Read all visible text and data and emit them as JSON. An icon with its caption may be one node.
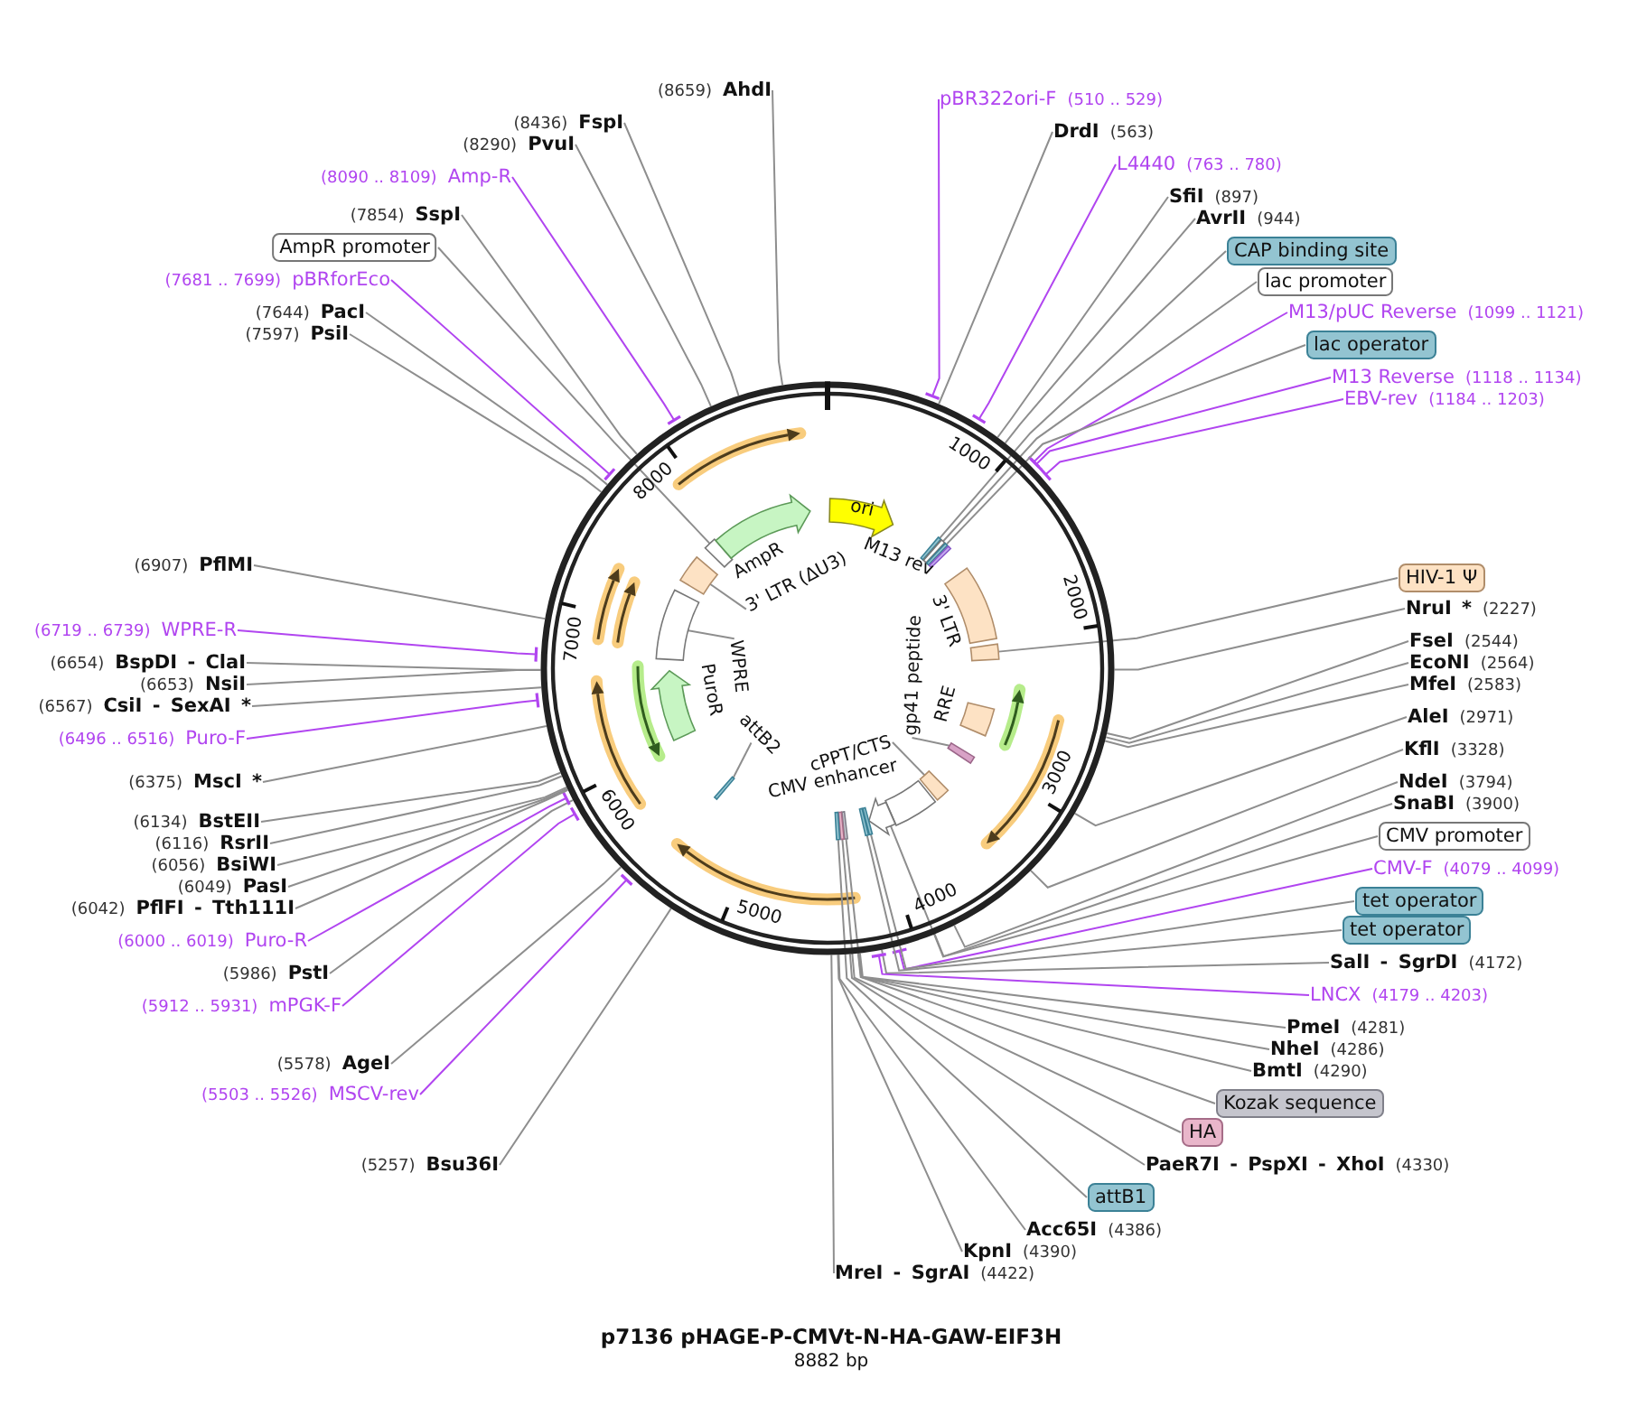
{
  "diagram": {
    "title": "p7136 pHAGE-P-CMVt-N-HA-GAW-EIF3H",
    "caption": "8882 bp",
    "nodes": [
      {
        "text": [],
        "shape": "circle"
      },
      {
        "text": [
          "pBR322ori-F",
          "(510 .. 529)"
        ]
      },
      {
        "text": [
          "DrdI",
          "(563)"
        ]
      },
      {
        "text": [
          "L4440",
          "(763 .. 780)"
        ]
      },
      {
        "text": [
          "SfiI",
          "(897)"
        ]
      },
      {
        "text": [
          "AvrII",
          "(944)"
        ]
      },
      {
        "text": [
          "CAP binding site"
        ]
      },
      {
        "text": [
          "lac promoter"
        ]
      },
      {
        "text": [
          "M13/pUC Reverse",
          "(1099 .. 1121)"
        ]
      },
      {
        "text": [
          "lac operator"
        ]
      },
      {
        "text": [
          "M13 Reverse",
          "(1118 .. 1134)"
        ]
      },
      {
        "text": [
          "EBV-rev",
          "(1184 .. 1203)"
        ]
      },
      {
        "text": [
          "HIV-1 Ψ"
        ]
      },
      {
        "text": [
          "NruI *",
          "(2227)"
        ]
      },
      {
        "text": [
          "FseI",
          "(2544)"
        ]
      },
      {
        "text": [
          "EcoNI",
          "(2564)"
        ]
      },
      {
        "text": [
          "MfeI",
          "(2583)"
        ]
      },
      {
        "text": [
          "AleI",
          "(2971)"
        ]
      },
      {
        "text": [
          "KflI",
          "(3328)"
        ]
      },
      {
        "text": [
          "NdeI",
          "(3794)"
        ]
      },
      {
        "text": [
          "SnaBI",
          "(3900)"
        ]
      },
      {
        "text": [
          "CMV promoter"
        ]
      },
      {
        "text": [
          "CMV-F",
          "(4079 .. 4099)"
        ]
      },
      {
        "text": [
          "tet operator"
        ]
      },
      {
        "text": [
          "tet operator"
        ]
      },
      {
        "text": [
          "SalI - SgrDI",
          "(4172)"
        ]
      },
      {
        "text": [
          "LNCX",
          "(4179 .. 4203)"
        ]
      },
      {
        "text": [
          "PmeI",
          "(4281)"
        ]
      },
      {
        "text": [
          "NheI",
          "(4286)"
        ]
      },
      {
        "text": [
          "BmtI",
          "(4290)"
        ]
      },
      {
        "text": [
          "Kozak sequence"
        ]
      },
      {
        "text": [
          "HA"
        ]
      },
      {
        "text": [
          "PaeR7I - PspXI - XhoI",
          "(4330)"
        ]
      },
      {
        "text": [
          "attB1"
        ]
      },
      {
        "text": [
          "Acc65I",
          "(4386)"
        ]
      },
      {
        "text": [
          "KpnI",
          "(4390)"
        ]
      },
      {
        "text": [
          "MreI - SgrAI",
          "(4422)"
        ]
      },
      {
        "text": [
          "(5257)",
          "Bsu36I"
        ]
      },
      {
        "text": [
          "(5503 .. 5526)",
          "MSCV-rev"
        ]
      },
      {
        "text": [
          "(5578)",
          "AgeI"
        ]
      },
      {
        "text": [
          "(5912 .. 5931)",
          "mPGK-F"
        ]
      },
      {
        "text": [
          "(5986)",
          "PstI"
        ]
      },
      {
        "text": [
          "(6000 .. 6019)",
          "Puro-R"
        ]
      },
      {
        "text": [
          "(6042)",
          "PflFI - Tth111I"
        ]
      },
      {
        "text": [
          "(6049)",
          "PasI"
        ]
      },
      {
        "text": [
          "(6056)",
          "BsiWI"
        ]
      },
      {
        "text": [
          "(6116)",
          "RsrII"
        ]
      },
      {
        "text": [
          "(6134)",
          "BstEII"
        ]
      },
      {
        "text": [
          "(6375)",
          "MscI *"
        ]
      },
      {
        "text": [
          "(6496 .. 6516)",
          "Puro-F"
        ]
      },
      {
        "text": [
          "(6567)",
          "CsiI - SexAI *"
        ]
      },
      {
        "text": [
          "(6653)",
          "NsiI"
        ]
      },
      {
        "text": [
          "(6654)",
          "BspDI - ClaI"
        ]
      },
      {
        "text": [
          "(6719 .. 6739)",
          "WPRE-R"
        ]
      },
      {
        "text": [
          "(6907)",
          "PflMI"
        ]
      },
      {
        "text": [
          "(7597)",
          "PsiI"
        ]
      },
      {
        "text": [
          "(7644)",
          "PacI"
        ]
      },
      {
        "text": [
          "(7681 .. 7699)",
          "pBRforEco"
        ]
      },
      {
        "text": [
          "AmpR promoter"
        ]
      },
      {
        "text": [
          "(7854)",
          "SspI"
        ]
      },
      {
        "text": [
          "(8090 .. 8109)",
          "Amp-R"
        ]
      },
      {
        "text": [
          "(8290)",
          "PvuI"
        ]
      },
      {
        "text": [
          "(8436)",
          "FspI"
        ]
      },
      {
        "text": [
          "(8659)",
          "AhdI"
        ]
      },
      {
        "text": [
          "ori"
        ],
        "in": 0
      },
      {
        "text": [],
        "shape": "box",
        "in": 0
      },
      {
        "text": [],
        "shape": "box",
        "in": 0
      },
      {
        "text": [],
        "shape": "box",
        "in": 0
      },
      {
        "text": [],
        "shape": "box",
        "beside": [
          "M13 rev"
        ],
        "in": 0
      },
      {
        "text": [],
        "shape": "box",
        "beside": [
          "3' LTR"
        ],
        "in": 0
      },
      {
        "text": [],
        "shape": "box",
        "in": 0
      },
      {
        "text": [],
        "shape": "box",
        "beside": [
          "RRE"
        ],
        "in": 0
      },
      {
        "text": [],
        "shape": "box",
        "in": 0
      },
      {
        "text": [],
        "shape": "box",
        "in": 0
      },
      {
        "text": [],
        "shape": "box",
        "beside": [
          "CMV enhancer"
        ],
        "in": 0
      },
      {
        "text": [],
        "shape": "arrow",
        "in": 0
      },
      {
        "text": [],
        "shape": "box",
        "in": 0
      },
      {
        "text": [],
        "shape": "box",
        "in": 0
      },
      {
        "text": [],
        "shape": "box",
        "in": 0
      },
      {
        "text": [],
        "shape": "box",
        "in": 0
      },
      {
        "text": [],
        "shape": "box",
        "in": 0
      },
      {
        "text": [],
        "shape": "box",
        "in": 0
      },
      {
        "text": [],
        "shape": "arrow",
        "beside": [
          "PuroR"
        ],
        "in": 0
      },
      {
        "text": [],
        "shape": "box",
        "in": 0
      },
      {
        "text": [],
        "shape": "box",
        "in": 0
      },
      {
        "text": [],
        "shape": "box",
        "in": 0
      },
      {
        "text": [],
        "shape": "arrow",
        "beside": [
          "AmpR"
        ],
        "in": 0
      },
      {
        "text": [
          "gp41 peptide"
        ],
        "in": 0
      },
      {
        "text": [
          "cPPT/CTS"
        ],
        "in": 0
      },
      {
        "text": [
          "attB2"
        ],
        "in": 0
      },
      {
        "text": [
          "WPRE"
        ],
        "in": 0
      },
      {
        "text": [
          "3' LTR (ΔU3)"
        ],
        "in": 0
      }
    ],
    "edges": [
      {
        "from": 1,
        "to": 0,
        "arrow": "other",
        "color": "#b145f0"
      },
      {
        "from": 2,
        "to": 0,
        "arrow": "none"
      },
      {
        "from": 3,
        "to": 0,
        "arrow": "other",
        "color": "#b145f0"
      },
      {
        "from": 4,
        "to": 0,
        "arrow": "none"
      },
      {
        "from": 5,
        "to": 0,
        "arrow": "none"
      },
      {
        "from": 6,
        "to": 65,
        "arrow": "none"
      },
      {
        "from": 7,
        "to": 66,
        "arrow": "none"
      },
      {
        "from": 8,
        "to": 0,
        "arrow": "other",
        "color": "#b145f0"
      },
      {
        "from": 9,
        "to": 67,
        "arrow": "none"
      },
      {
        "from": 10,
        "to": 0,
        "arrow": "other",
        "color": "#b145f0"
      },
      {
        "from": 11,
        "to": 0,
        "arrow": "other",
        "color": "#b145f0"
      },
      {
        "from": 12,
        "to": 70,
        "arrow": "none"
      },
      {
        "from": 13,
        "to": 0,
        "arrow": "none"
      },
      {
        "from": 14,
        "to": 0,
        "arrow": "none"
      },
      {
        "from": 15,
        "to": 0,
        "arrow": "none"
      },
      {
        "from": 16,
        "to": 0,
        "arrow": "none"
      },
      {
        "from": 17,
        "to": 0,
        "arrow": "none"
      },
      {
        "from": 18,
        "to": 0,
        "arrow": "none"
      },
      {
        "from": 19,
        "to": 0,
        "arrow": "none"
      },
      {
        "from": 20,
        "to": 0,
        "arrow": "none"
      },
      {
        "from": 21,
        "to": 75,
        "arrow": "none"
      },
      {
        "from": 22,
        "to": 0,
        "arrow": "other",
        "color": "#b145f0"
      },
      {
        "from": 23,
        "to": 76,
        "arrow": "none"
      },
      {
        "from": 24,
        "to": 77,
        "arrow": "none"
      },
      {
        "from": 25,
        "to": 0,
        "arrow": "none"
      },
      {
        "from": 26,
        "to": 0,
        "arrow": "other",
        "color": "#b145f0"
      },
      {
        "from": 27,
        "to": 0,
        "arrow": "none"
      },
      {
        "from": 28,
        "to": 0,
        "arrow": "none"
      },
      {
        "from": 29,
        "to": 0,
        "arrow": "none"
      },
      {
        "from": 30,
        "to": 78,
        "arrow": "none"
      },
      {
        "from": 31,
        "to": 79,
        "arrow": "none"
      },
      {
        "from": 32,
        "to": 0,
        "arrow": "none"
      },
      {
        "from": 33,
        "to": 80,
        "arrow": "none"
      },
      {
        "from": 34,
        "to": 0,
        "arrow": "none"
      },
      {
        "from": 35,
        "to": 0,
        "arrow": "none"
      },
      {
        "from": 36,
        "to": 0,
        "arrow": "none"
      },
      {
        "from": 37,
        "to": 0,
        "arrow": "none"
      },
      {
        "from": 38,
        "to": 0,
        "arrow": "other",
        "color": "#b145f0"
      },
      {
        "from": 39,
        "to": 0,
        "arrow": "none"
      },
      {
        "from": 40,
        "to": 0,
        "arrow": "other",
        "color": "#b145f0"
      },
      {
        "from": 41,
        "to": 0,
        "arrow": "none"
      },
      {
        "from": 42,
        "to": 0,
        "arrow": "other",
        "color": "#b145f0"
      },
      {
        "from": 43,
        "to": 0,
        "arrow": "none"
      },
      {
        "from": 44,
        "to": 0,
        "arrow": "none"
      },
      {
        "from": 45,
        "to": 0,
        "arrow": "none"
      },
      {
        "from": 46,
        "to": 0,
        "arrow": "none"
      },
      {
        "from": 47,
        "to": 0,
        "arrow": "none"
      },
      {
        "from": 48,
        "to": 0,
        "arrow": "none"
      },
      {
        "from": 49,
        "to": 0,
        "arrow": "other",
        "color": "#b145f0"
      },
      {
        "from": 50,
        "to": 0,
        "arrow": "none"
      },
      {
        "from": 51,
        "to": 0,
        "arrow": "none"
      },
      {
        "from": 52,
        "to": 0,
        "arrow": "none"
      },
      {
        "from": 53,
        "to": 0,
        "arrow": "other",
        "color": "#b145f0"
      },
      {
        "from": 54,
        "to": 0,
        "arrow": "none"
      },
      {
        "from": 55,
        "to": 0,
        "arrow": "none"
      },
      {
        "from": 56,
        "to": 0,
        "arrow": "none"
      },
      {
        "from": 57,
        "to": 0,
        "arrow": "other",
        "color": "#b145f0"
      },
      {
        "from": 58,
        "to": 85,
        "arrow": "none"
      },
      {
        "from": 59,
        "to": 0,
        "arrow": "none"
      },
      {
        "from": 60,
        "to": 0,
        "arrow": "other",
        "color": "#b145f0"
      },
      {
        "from": 61,
        "to": 0,
        "arrow": "none"
      },
      {
        "from": 62,
        "to": 0,
        "arrow": "none"
      },
      {
        "from": 63,
        "to": 0,
        "arrow": "none"
      },
      {
        "from": 87,
        "to": 72,
        "arrow": "none"
      },
      {
        "from": 88,
        "to": 73,
        "arrow": "none"
      },
      {
        "from": 89,
        "to": 81,
        "arrow": "none"
      },
      {
        "from": 90,
        "to": 83,
        "arrow": "none"
      },
      {
        "from": 91,
        "to": 84,
        "arrow": "none"
      }
    ],
    "labels": [
      "1000",
      "2000",
      "3000",
      "4000",
      "5000",
      "6000",
      "7000",
      "8000"
    ]
  }
}
